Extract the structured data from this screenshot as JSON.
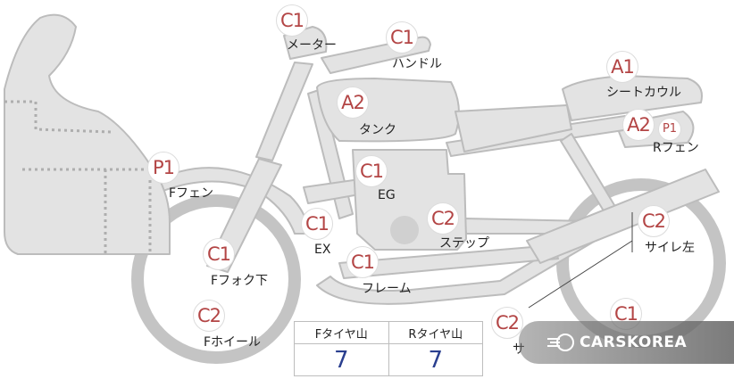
{
  "parts": [
    {
      "id": "meter",
      "grade": "C1",
      "label": "メーター"
    },
    {
      "id": "handle",
      "grade": "C1",
      "label": "ハンドル"
    },
    {
      "id": "seat-cowl",
      "grade": "A1",
      "label": "シートカウル"
    },
    {
      "id": "tank",
      "grade": "A2",
      "label": "タンク"
    },
    {
      "id": "r-fender",
      "grade": "A2",
      "grade_extra": "P1",
      "label": "Rフェン"
    },
    {
      "id": "f-fender",
      "grade": "P1",
      "label": "Fフェン"
    },
    {
      "id": "engine",
      "grade": "C1",
      "label": "EG"
    },
    {
      "id": "exhaust",
      "grade": "C1",
      "label": "EX"
    },
    {
      "id": "step",
      "grade": "C2",
      "label": "ステップ"
    },
    {
      "id": "silencer-left",
      "grade": "C2",
      "label": "サイレ左"
    },
    {
      "id": "f-fork-lower",
      "grade": "C1",
      "label": "Fフォク下"
    },
    {
      "id": "frame",
      "grade": "C1",
      "label": "フレーム"
    },
    {
      "id": "f-wheel",
      "grade": "C2",
      "label": "Fホイール"
    },
    {
      "id": "partial-left",
      "grade": "C2",
      "label": "サ"
    },
    {
      "id": "partial-right",
      "grade": "C1",
      "label": ""
    }
  ],
  "tire_table": {
    "headers": [
      "Fタイヤ山",
      "Rタイヤ山"
    ],
    "values": [
      "7",
      "7"
    ]
  },
  "watermark": {
    "text": "CARSKOREA"
  },
  "colors": {
    "grade_text": "#b34545",
    "tire_value": "#2a3f8f",
    "part_fill": "#e3e3e3",
    "part_stroke": "#bcbcbc"
  }
}
